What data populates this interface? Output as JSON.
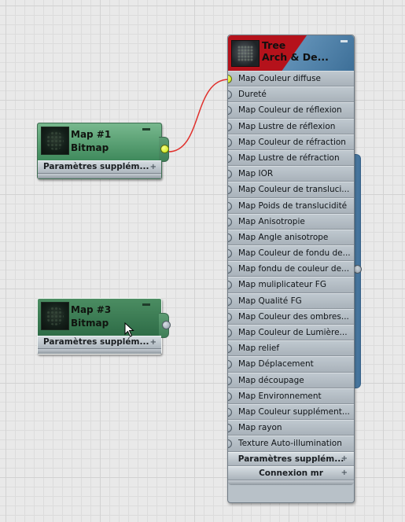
{
  "map1": {
    "name": "Map #1",
    "type": "Bitmap",
    "params_label": "Paramètres supplém..."
  },
  "map3": {
    "name": "Map #3",
    "type": "Bitmap",
    "params_label": "Paramètres supplém..."
  },
  "material": {
    "name_line1": "Tree",
    "name_line2": "Arch & De...",
    "slots": [
      "Map Couleur diffuse",
      "Dureté",
      "Map Couleur de réflexion",
      "Map Lustre de réflexion",
      "Map Couleur de réfraction",
      "Map Lustre de réfraction",
      "Map IOR",
      "Map Couleur de transluci...",
      "Map Poids de translucidité",
      "Map Anisotropie",
      "Map Angle anisotrope",
      "Map Couleur de fondu de...",
      "Map fondu de couleur de...",
      "Map muliplicateur FG",
      "Map Qualité FG",
      "Map Couleur des ombres...",
      "Map Couleur de Lumière...",
      "Map relief",
      "Map Déplacement",
      "Map découpage",
      "Map Environnement",
      "Map Couleur supplément...",
      "Map rayon",
      "Texture Auto-illumination"
    ],
    "params_label": "Paramètres supplém...",
    "connexion_label": "Connexion mr"
  },
  "colors": {
    "wire": "#e0312d",
    "socket_active": "#d4ec00",
    "bitmap_node": "#4f9a6a",
    "material_header_red": "#b5121b",
    "material_header_blue": "#3d6f98"
  }
}
